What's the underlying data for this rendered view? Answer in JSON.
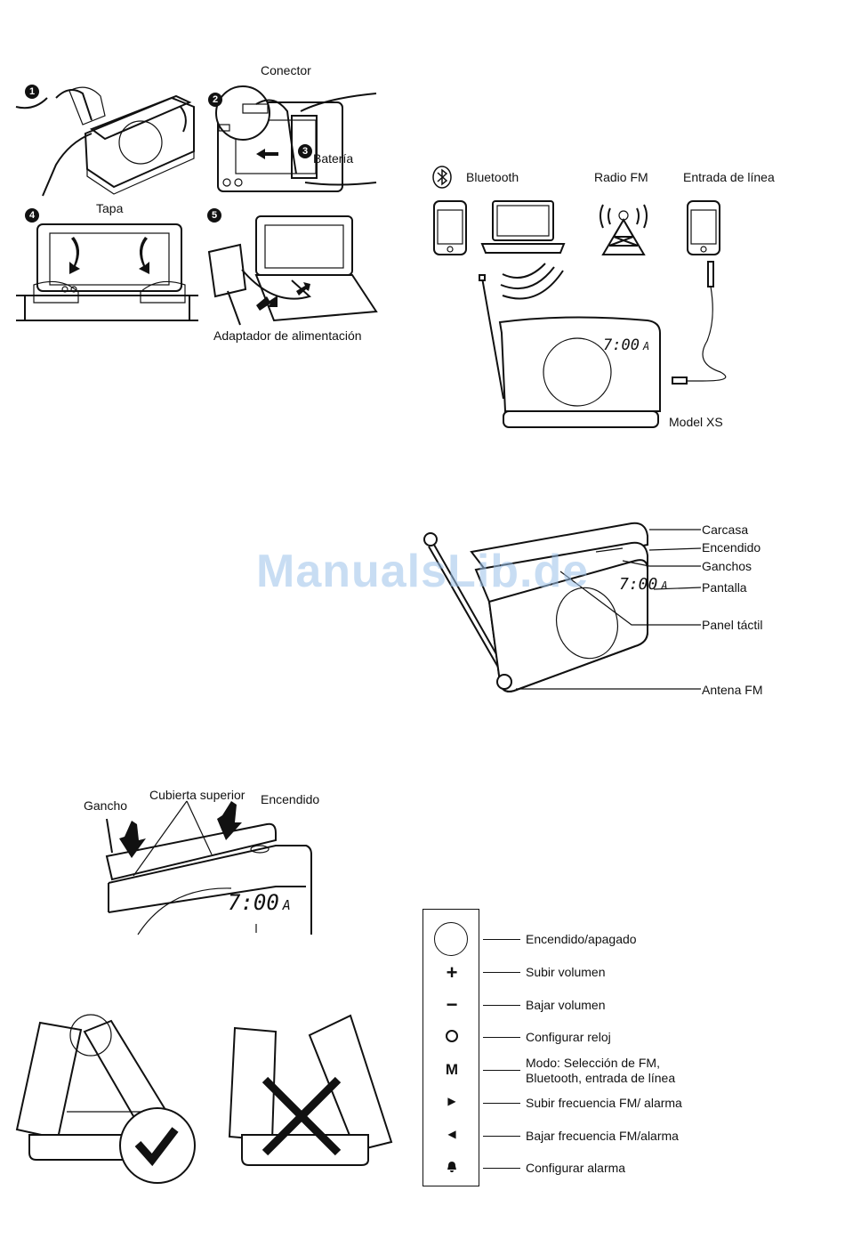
{
  "install": {
    "steps": [
      "1",
      "2",
      "3",
      "4",
      "5"
    ],
    "connector_label": "Conector",
    "battery_label": "Batería",
    "lid_label": "Tapa",
    "adapter_label": "Adaptador de alimentación"
  },
  "sources": {
    "bluetooth_label": "Bluetooth",
    "fm_label": "Radio FM",
    "linein_label": "Entrada de línea",
    "model_label": "Model XS",
    "display_time": "7:00",
    "display_suffix": "A"
  },
  "parts": {
    "labels": [
      "Carcasa",
      "Encendido",
      "Ganchos",
      "Pantalla",
      "Panel táctil",
      "Antena FM"
    ],
    "display_time": "7:00",
    "display_suffix": "A"
  },
  "cover": {
    "hook_label": "Gancho",
    "top_cover_label": "Cubierta superior",
    "power_label": "Encendido",
    "display_time": "7:00",
    "display_suffix": "A"
  },
  "controls": [
    {
      "icon": "power-button",
      "label": "Encendido/apagado"
    },
    {
      "icon": "plus",
      "label": "Subir volumen"
    },
    {
      "icon": "minus",
      "label": "Bajar volumen"
    },
    {
      "icon": "clock",
      "label": "Configurar reloj"
    },
    {
      "icon": "M",
      "label": "Modo: Selección de FM,\nBluetooth, entrada de línea"
    },
    {
      "icon": "play-right",
      "label": "Subir frecuencia FM/ alarma"
    },
    {
      "icon": "play-left",
      "label": "Bajar frecuencia FM/alarma"
    },
    {
      "icon": "bell",
      "label": "Configurar alarma"
    }
  ],
  "icons": {
    "plus": "+",
    "minus": "−",
    "m": "M",
    "right": "▶",
    "left": "◀"
  },
  "watermark": "ManualsLib.de"
}
